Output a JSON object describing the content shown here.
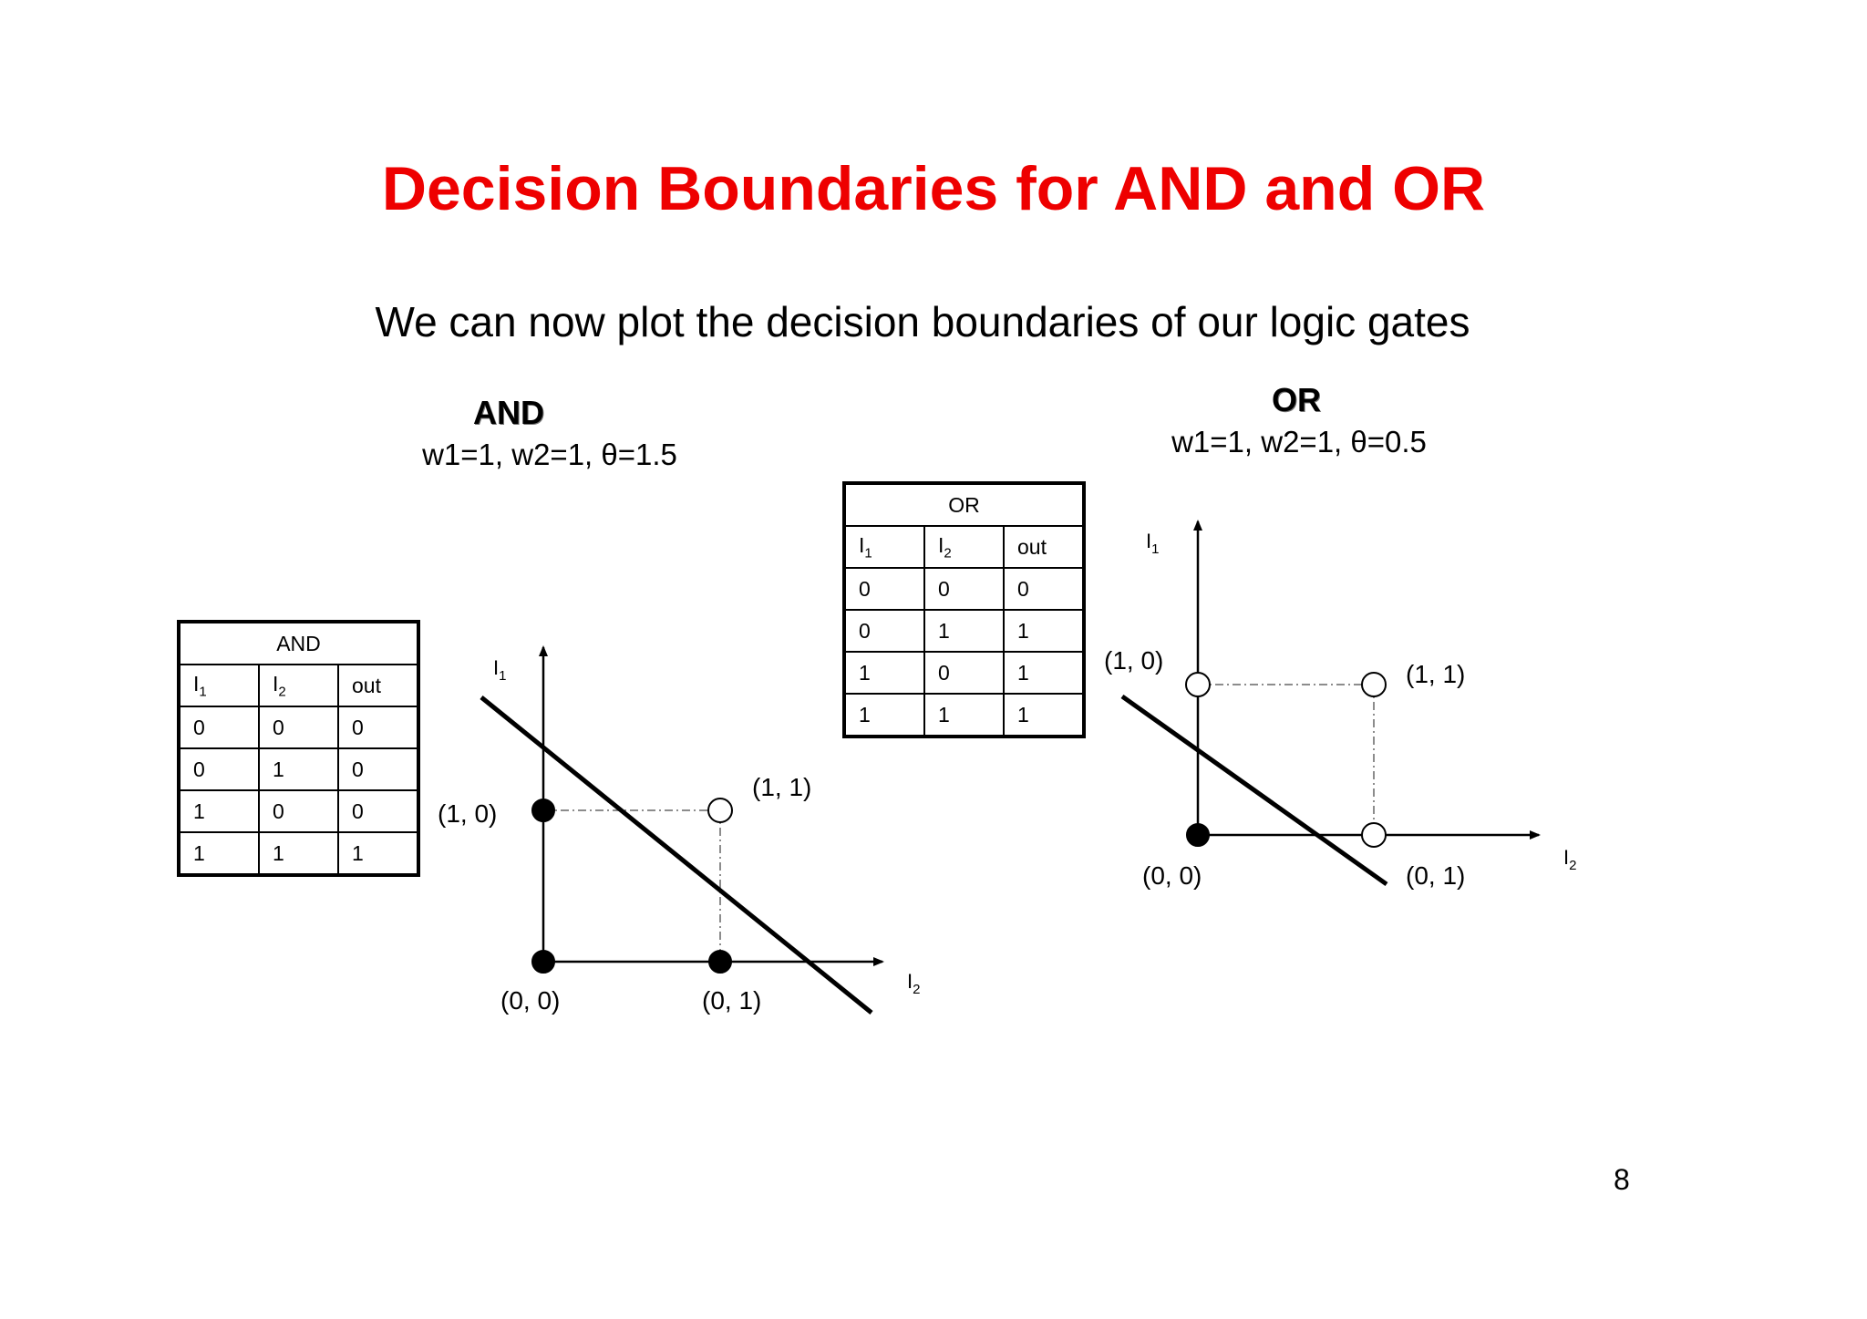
{
  "title": "Decision Boundaries for AND and OR",
  "subtitle": "We can now plot the decision boundaries of our logic gates",
  "and_panel": {
    "heading": "AND",
    "params": "w1=1, w2=1, θ=1.5",
    "table": {
      "caption": "AND",
      "headers": [
        "I",
        "I",
        "out"
      ],
      "header_subscripts": [
        "1",
        "2",
        ""
      ],
      "rows": [
        [
          "0",
          "0",
          "0"
        ],
        [
          "0",
          "1",
          "0"
        ],
        [
          "1",
          "0",
          "0"
        ],
        [
          "1",
          "1",
          "1"
        ]
      ]
    },
    "plot": {
      "y_axis_label": "I",
      "y_axis_sub": "1",
      "x_axis_label": "I",
      "x_axis_sub": "2",
      "points": [
        {
          "label": "(0, 0)",
          "filled": true
        },
        {
          "label": "(0, 1)",
          "filled": true
        },
        {
          "label": "(1, 0)",
          "filled": true
        },
        {
          "label": "(1, 1)",
          "filled": false
        }
      ]
    }
  },
  "or_panel": {
    "heading": "OR",
    "params": "w1=1, w2=1, θ=0.5",
    "table": {
      "caption": "OR",
      "headers": [
        "I",
        "I",
        "out"
      ],
      "header_subscripts": [
        "1",
        "2",
        ""
      ],
      "rows": [
        [
          "0",
          "0",
          "0"
        ],
        [
          "0",
          "1",
          "1"
        ],
        [
          "1",
          "0",
          "1"
        ],
        [
          "1",
          "1",
          "1"
        ]
      ]
    },
    "plot": {
      "y_axis_label": "I",
      "y_axis_sub": "1",
      "x_axis_label": "I",
      "x_axis_sub": "2",
      "points": [
        {
          "label": "(0, 0)",
          "filled": true
        },
        {
          "label": "(0, 1)",
          "filled": false
        },
        {
          "label": "(1, 0)",
          "filled": false
        },
        {
          "label": "(1, 1)",
          "filled": false
        }
      ]
    }
  },
  "page_number": "8"
}
